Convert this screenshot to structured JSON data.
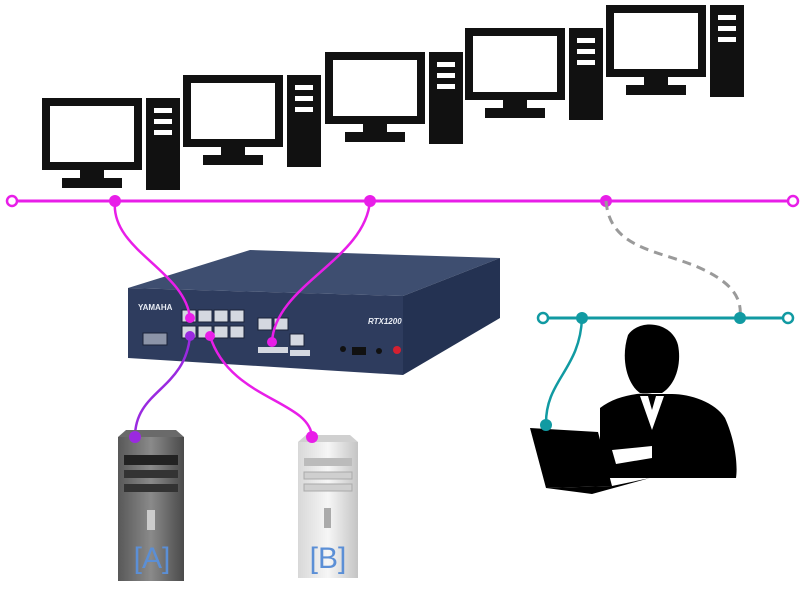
{
  "router": {
    "brand": "YAMAHA",
    "model": "RTX1200"
  },
  "servers": [
    {
      "label": "[A]"
    },
    {
      "label": "[B]"
    }
  ],
  "colors": {
    "lan_main": "#e81ee8",
    "lan_remote": "#119aa2",
    "server_a_link": "#9a2ae0",
    "tunnel": "#9a9a9a",
    "label": "#5b8fd6"
  },
  "icons": [
    "desktop-computer-icon",
    "router-device",
    "tower-server-icon",
    "person-laptop-icon"
  ]
}
